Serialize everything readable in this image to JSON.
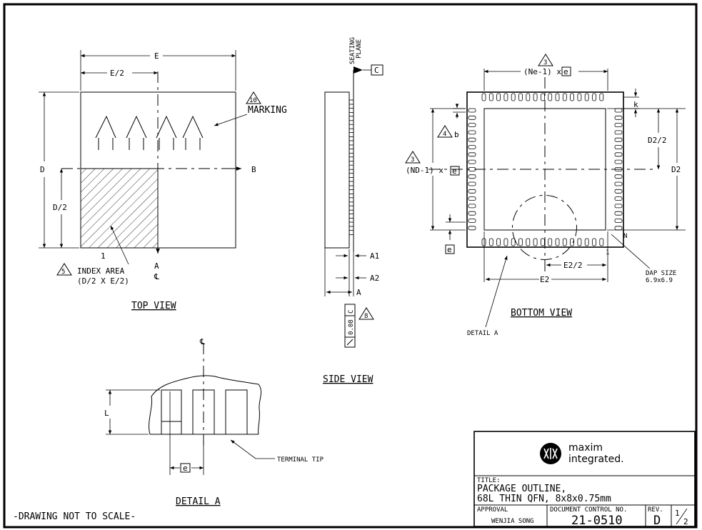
{
  "top_view": {
    "caption": "TOP VIEW",
    "dim_e": "E",
    "dim_e_half": "E/2",
    "dim_d": "D",
    "dim_d_half": "D/2",
    "datum_b": "B",
    "datum_a": "A",
    "centerline": "℄",
    "pin_one": "1",
    "marking_note_num": "10",
    "marking_label": "MARKING",
    "index_note_num": "5",
    "index_label_line1": "INDEX AREA",
    "index_label_line2": "(D/2 X E/2)"
  },
  "side_view": {
    "caption": "SIDE VIEW",
    "seating_line1": "SEATING",
    "seating_line2": "PLANE",
    "datum_c": "C",
    "dim_a1": "A1",
    "dim_a2": "A2",
    "dim_a": "A",
    "tolerance_value": "0.08",
    "tolerance_datum": "C",
    "note_num": "8"
  },
  "bottom_view": {
    "caption": "BOTTOM VIEW",
    "note3_num": "3",
    "ne_label": "(Ne-1) x",
    "pitch": "e",
    "nd_label": "(ND-1) x",
    "note4_num": "4",
    "lead_b": "b",
    "dim_k": "k",
    "dim_d2_half": "D2/2",
    "dim_d2": "D2",
    "dim_e2_half": "E2/2",
    "dim_e2": "E2",
    "pin_n": "N",
    "pin_one": "1",
    "dap_line1": "DAP SIZE",
    "dap_line2": "6.9x6.9",
    "detail_ref": "DETAIL A"
  },
  "detail_a": {
    "caption": "DETAIL A",
    "centerline": "℄",
    "dim_l": "L",
    "pitch": "e",
    "terminal_tip": "TERMINAL TIP"
  },
  "footer_note": "-DRAWING NOT TO SCALE-",
  "title_block": {
    "logo_line1": "maxim",
    "logo_line2": "integrated.",
    "title_label": "TITLE:",
    "title_line1": "PACKAGE OUTLINE,",
    "title_line2": "68L THIN QFN, 8x8x0.75mm",
    "approval_label": "APPROVAL",
    "approval_value": "WENJIA SONG",
    "doc_label": "DOCUMENT CONTROL NO.",
    "doc_value": "21-0510",
    "rev_label": "REV.",
    "rev_value": "D",
    "sheet_num": "1",
    "sheet_total": "2"
  }
}
